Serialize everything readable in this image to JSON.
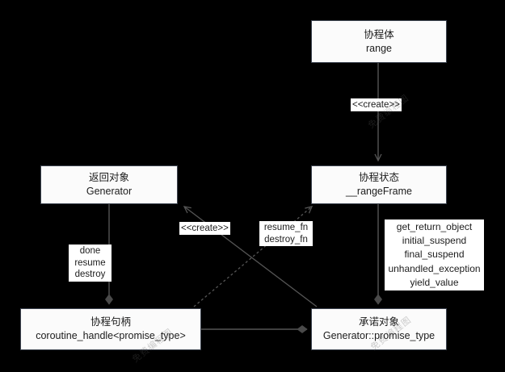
{
  "diagram": {
    "type": "uml-object-diagram",
    "background_color": "#000000",
    "node_fill": "#fbfbfb",
    "node_stroke": "#3d4450",
    "line_color": "#555555",
    "text_color": "#1c1c1c",
    "nodes": [
      {
        "id": "coroutine-body",
        "line1": "协程体",
        "line2": "range"
      },
      {
        "id": "coroutine-state",
        "line1": "协程状态",
        "line2": "__rangeFrame"
      },
      {
        "id": "return-object",
        "line1": "返回对象",
        "line2": "Generator"
      },
      {
        "id": "coroutine-handle",
        "line1": "协程句柄",
        "line2": "coroutine_handle<promise_type>"
      },
      {
        "id": "promise-object",
        "line1": "承诺对象",
        "line2": "Generator::promise_type"
      }
    ],
    "edge_labels": {
      "create_state": "<<create>>",
      "create_generator": "<<create>>",
      "handle_ops": "done\nresume\ndestroy",
      "frame_fns": "resume_fn\ndestroy_fn"
    },
    "handle_ops_lines": [
      "done",
      "resume",
      "destroy"
    ],
    "frame_fn_lines": [
      "resume_fn",
      "destroy_fn"
    ],
    "promise_methods": [
      "get_return_object",
      "initial_suspend",
      "final_suspend",
      "unhandled_exception",
      "yield_value"
    ],
    "watermarks": [
      "免费编程图",
      "免费编程图",
      "免费编程图"
    ]
  }
}
